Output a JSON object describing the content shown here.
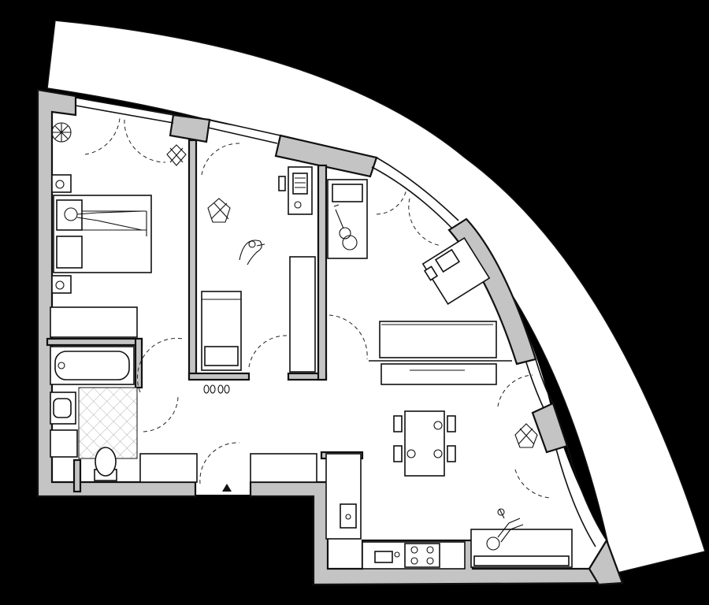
{
  "plan": {
    "entrance_symbol": "entrance-arrow-icon",
    "colors": {
      "background": "#000000",
      "floor": "#ffffff",
      "wall": "#c4c4c4",
      "terrace": "#ffffff",
      "outline": "#111111"
    },
    "rooms": [
      "bedroom",
      "study",
      "guest-room",
      "living-room",
      "kitchen",
      "bathroom",
      "hallway",
      "terrace"
    ]
  }
}
